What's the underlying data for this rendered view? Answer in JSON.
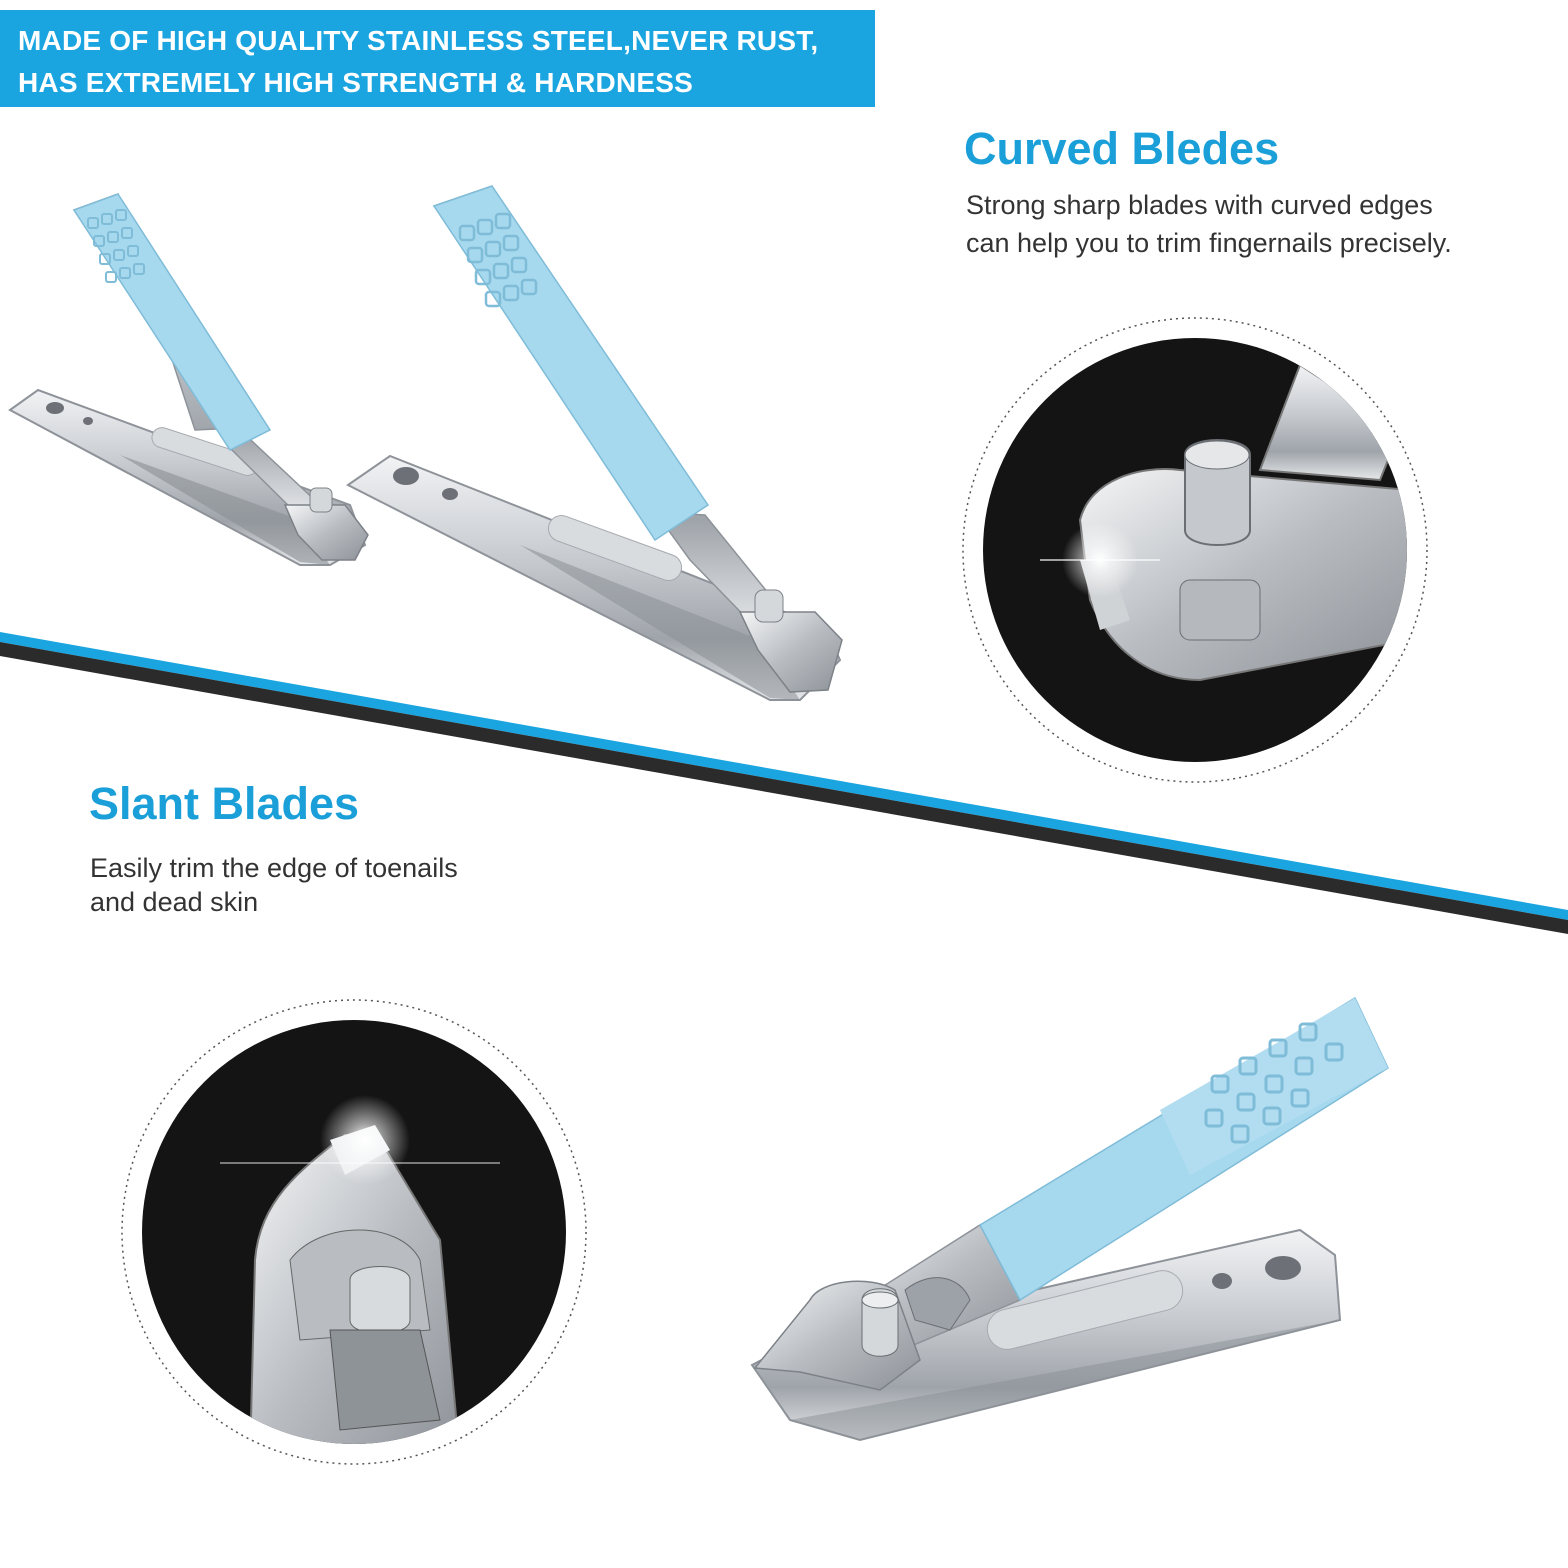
{
  "banner": {
    "line_1": "MADE OF HIGH QUALITY STAINLESS STEEL,NEVER RUST,",
    "line_2": "HAS EXTREMELY HIGH STRENGTH & HARDNESS"
  },
  "curved": {
    "heading": "Curved Bledes",
    "line_1": "Strong sharp blades with curved edges",
    "line_2": "can help you to trim fingernails precisely."
  },
  "slant": {
    "heading": "Slant Blades",
    "line_1": "Easily trim the edge of toenails",
    "line_2": "and dead skin"
  },
  "colors": {
    "accent_blue": "#1aa5e0",
    "heading_blue": "#1a9fd8",
    "handle_blue": "#a6d8ee",
    "steel": "#c9ccd0",
    "dark_circle": "#141414",
    "stripe_dark": "#2b2b2b",
    "text": "#333333"
  },
  "icons": {
    "clipper_small": "nail-clipper-icon",
    "clipper_large": "nail-clipper-icon",
    "clipper_bottom": "nail-clipper-icon",
    "curved_closeup": "curved-blade-closeup-icon",
    "slant_closeup": "slant-blade-closeup-icon"
  }
}
